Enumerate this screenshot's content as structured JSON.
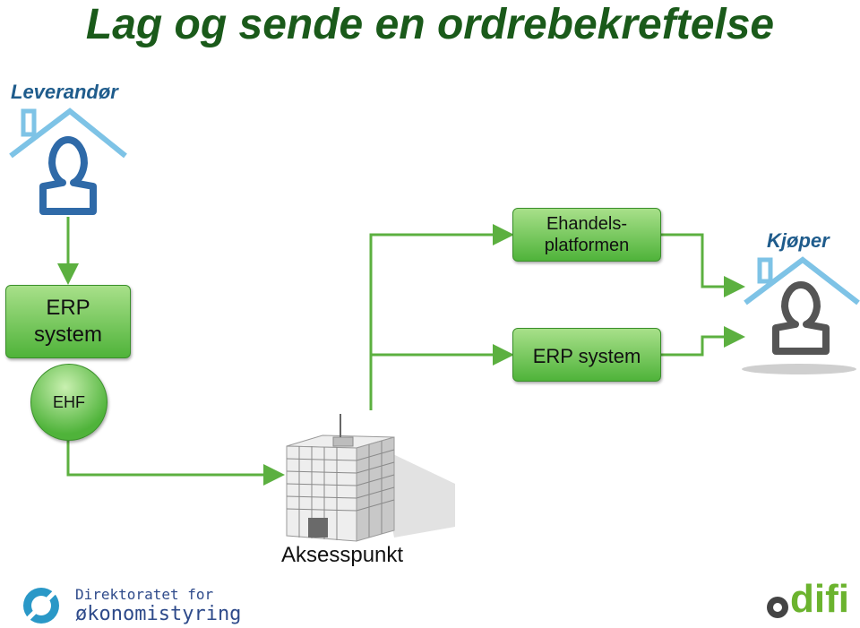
{
  "title": "Lag og sende en ordrebekreftelse",
  "supplier": {
    "label": "Leverandør"
  },
  "buyer": {
    "label": "Kjøper"
  },
  "nodes": {
    "erp_left": {
      "line1": "ERP",
      "line2": "system"
    },
    "ehf": {
      "label": "EHF"
    },
    "ehandel": {
      "line1": "Ehandels-",
      "line2": "platformen"
    },
    "erp_right": {
      "label": "ERP system"
    },
    "access_point": {
      "label": "Aksesspunkt"
    }
  },
  "footer": {
    "dfo_line1": "Direktoratet for",
    "dfo_line2": "økonomistyring",
    "difi": "difi"
  },
  "colors": {
    "title": "#1a5a1a",
    "box_top": "#a8e08a",
    "box_bottom": "#4fb33a",
    "connector": "#5cb040",
    "supplier_icon": "#2f6aa8",
    "house_outline": "#7ec3e6",
    "buyer_icon": "#555555"
  }
}
